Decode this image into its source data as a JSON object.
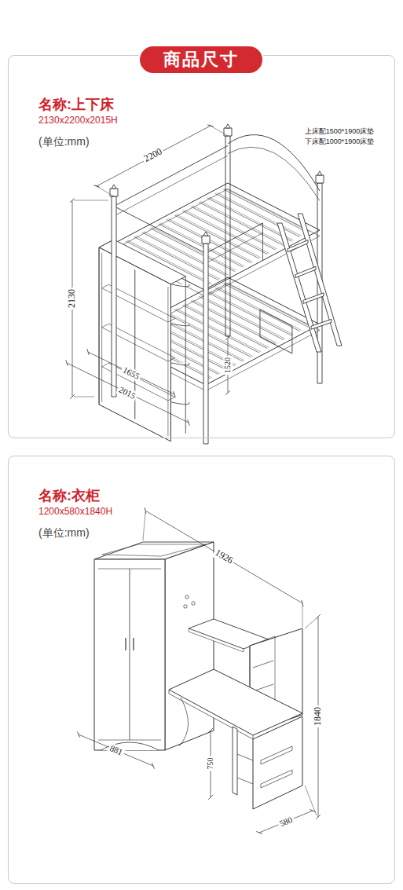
{
  "diagram": {
    "nodes": [
      {
        "text": [
          "商品尺寸"
        ]
      },
      {
        "text": [
          "名称:上下床",
          "2130x2200x2015H",
          "(单位:mm)"
        ]
      },
      {
        "text": [
          "名称:衣柜",
          "1200x580x1840H",
          "(单位:mm)"
        ]
      }
    ],
    "labels": [
      "2200",
      "上床配1500*1900床垫",
      "下床配1000*1900床垫",
      "2130",
      "1655",
      "2015",
      "1520",
      "1926",
      "881",
      "750",
      "1840",
      "580"
    ]
  }
}
